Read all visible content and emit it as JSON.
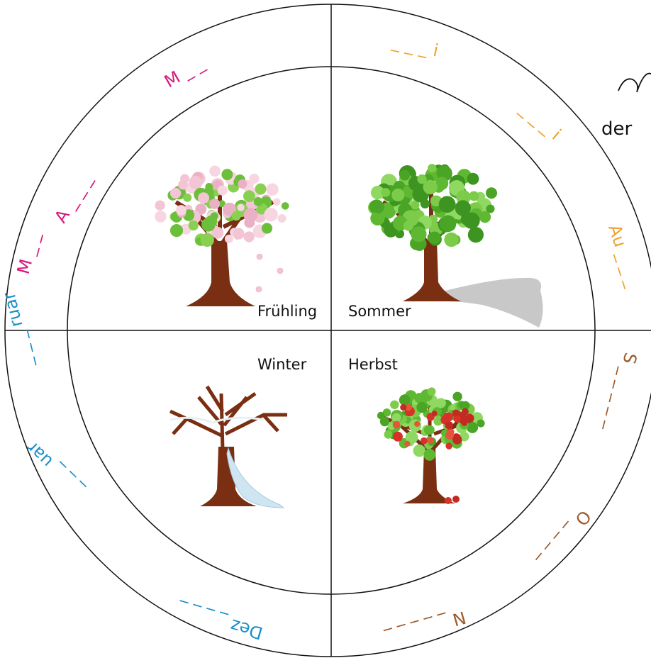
{
  "header": {
    "title_fragment": "der"
  },
  "seasons": {
    "spring": "Frühling",
    "summer": "Sommer",
    "autumn": "Herbst",
    "winter": "Winter"
  },
  "months": {
    "march": "M _ _",
    "april": "A _ _ _",
    "may": "M _ _",
    "june": "_ _ _ i",
    "july": "_ _ _ i",
    "august": "Au _ _ _",
    "september": "S _ _ _ _ _",
    "october": "O _ _ _ _",
    "november": "N _ _ _ _ _",
    "december": "Dez _ _ _ _",
    "january": "_ _ _ uar",
    "february": "_ _ _ ruar"
  },
  "colors": {
    "spring_months": "#d6197a",
    "summer_months": "#f0a030",
    "autumn_months": "#9c5a2a",
    "winter_months": "#1a8fc9",
    "lines": "#111111",
    "trunk": "#7a2e12",
    "leaf": "#5fb832",
    "blossom": "#f3c4d4",
    "apple": "#d9302a",
    "snow": "#cfe6f2"
  },
  "icons": {
    "spring_tree": "blossom-tree-icon",
    "summer_tree": "leafy-tree-icon",
    "autumn_tree": "apple-tree-icon",
    "winter_tree": "bare-snowy-tree-icon",
    "header_squiggle": "handwriting-squiggle-icon"
  }
}
